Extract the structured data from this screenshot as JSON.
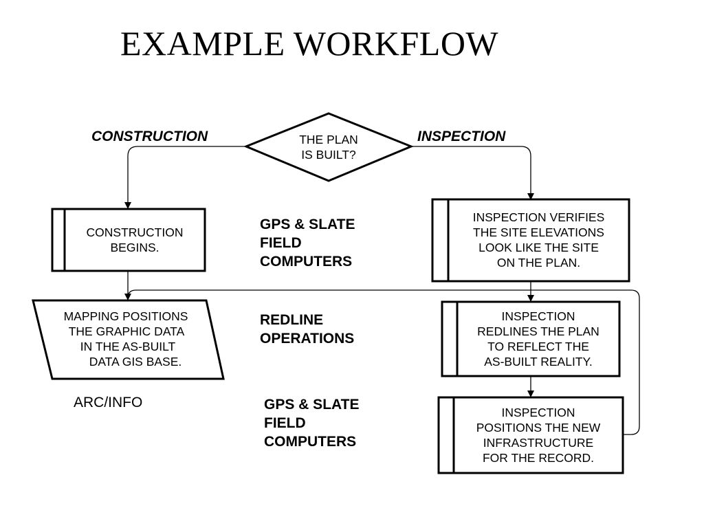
{
  "title": "EXAMPLE WORKFLOW",
  "decision": {
    "lines": [
      "THE PLAN",
      "IS BUILT?"
    ]
  },
  "branches": {
    "left": "CONSTRUCTION",
    "right": "INSPECTION"
  },
  "left_column": {
    "construction_begins": [
      "CONSTRUCTION",
      "BEGINS."
    ],
    "mapping_positions": [
      "MAPPING POSITIONS",
      "THE GRAPHIC DATA",
      "IN THE AS-BUILT",
      "DATA GIS BASE."
    ],
    "software_label": "ARC/INFO"
  },
  "middle_column": {
    "tool_1": [
      "GPS & SLATE",
      "FIELD",
      "COMPUTERS"
    ],
    "tool_2": [
      "REDLINE",
      "OPERATIONS"
    ],
    "tool_3": [
      "GPS & SLATE",
      "FIELD",
      "COMPUTERS"
    ]
  },
  "right_column": {
    "verifies": [
      "INSPECTION VERIFIES",
      "THE SITE ELEVATIONS",
      "LOOK LIKE THE SITE",
      "ON THE PLAN."
    ],
    "redlines": [
      "INSPECTION",
      "REDLINES THE PLAN",
      "TO REFLECT THE",
      "AS-BUILT REALITY."
    ],
    "positions": [
      "INSPECTION",
      "POSITIONS THE NEW",
      "INFRASTRUCTURE",
      "FOR THE RECORD."
    ]
  }
}
